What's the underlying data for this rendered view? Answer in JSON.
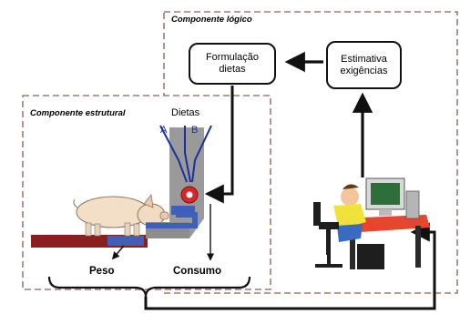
{
  "logical_component": {
    "title": "Componente lógico",
    "boxes": {
      "diet_formulation": "Formulação dietas",
      "requirements_estimate": "Estimativa exigências"
    }
  },
  "structural_component": {
    "title": "Componente estrutural",
    "diets_label": "Dietas",
    "diet_a": "A",
    "diet_b": "B",
    "weight_label": "Peso",
    "consumption_label": "Consumo"
  },
  "colors": {
    "dashed_border": "#a07a72",
    "arrow": "#111111",
    "feeder_gray": "#9a9a9a",
    "pipe_blue": "#3f5fb8",
    "floor_red": "#8b1f1f",
    "valve_red": "#d9262a",
    "diet_line_blue": "#1a2f9e"
  },
  "icons": [
    "pig-illustration",
    "feeder-machine",
    "scale-platform",
    "computer-user-illustration"
  ]
}
